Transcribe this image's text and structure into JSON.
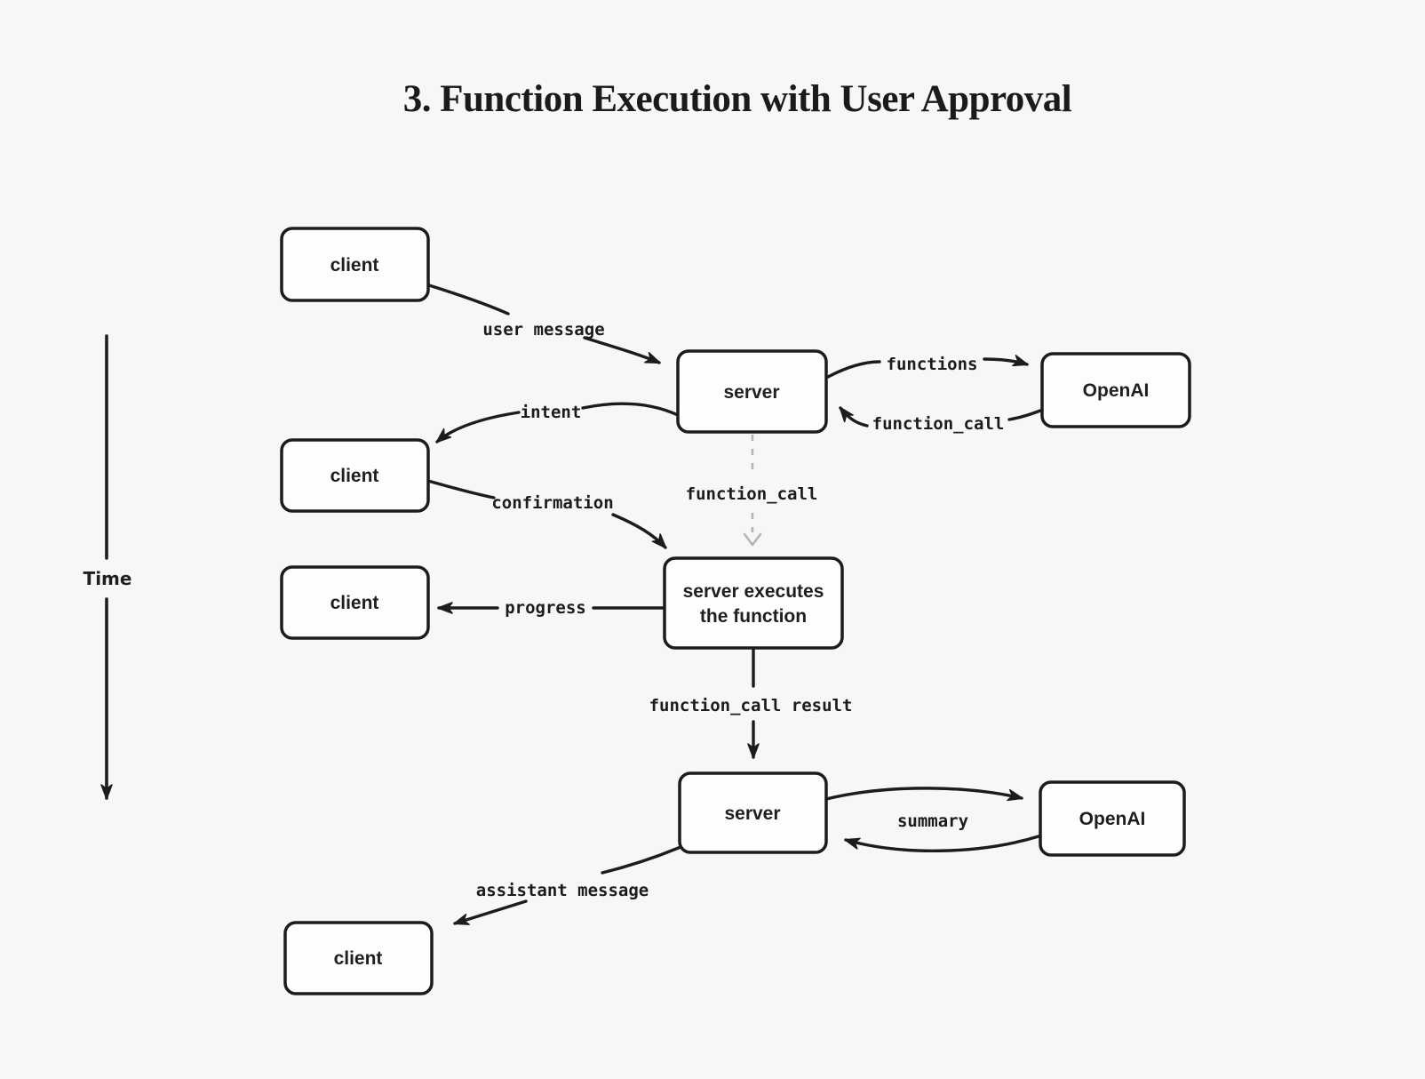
{
  "title": "3. Function Execution with User Approval",
  "time_axis": {
    "label": "Time"
  },
  "nodes": {
    "client1": {
      "label": "client"
    },
    "server1": {
      "label": "server"
    },
    "openai1": {
      "label": "OpenAI"
    },
    "client2": {
      "label": "client"
    },
    "executor": {
      "line1": "server executes",
      "line2": "the function"
    },
    "client3": {
      "label": "client"
    },
    "server2": {
      "label": "server"
    },
    "openai2": {
      "label": "OpenAI"
    },
    "client4": {
      "label": "client"
    }
  },
  "edges": {
    "user_message": {
      "label": "user message"
    },
    "functions": {
      "label": "functions"
    },
    "function_call_response": {
      "label": "function_call"
    },
    "intent": {
      "label": "intent"
    },
    "confirmation": {
      "label": "confirmation"
    },
    "function_call_dispatch": {
      "label": "function_call"
    },
    "progress": {
      "label": "progress"
    },
    "function_call_result": {
      "label": "function_call result"
    },
    "summary": {
      "label": "summary"
    },
    "assistant_message": {
      "label": "assistant message"
    }
  },
  "colors": {
    "background": "#f7f7f8",
    "node_fill": "#fdfdfd",
    "line": "#1c1c1c",
    "dashed_line": "#b5b5b5"
  }
}
